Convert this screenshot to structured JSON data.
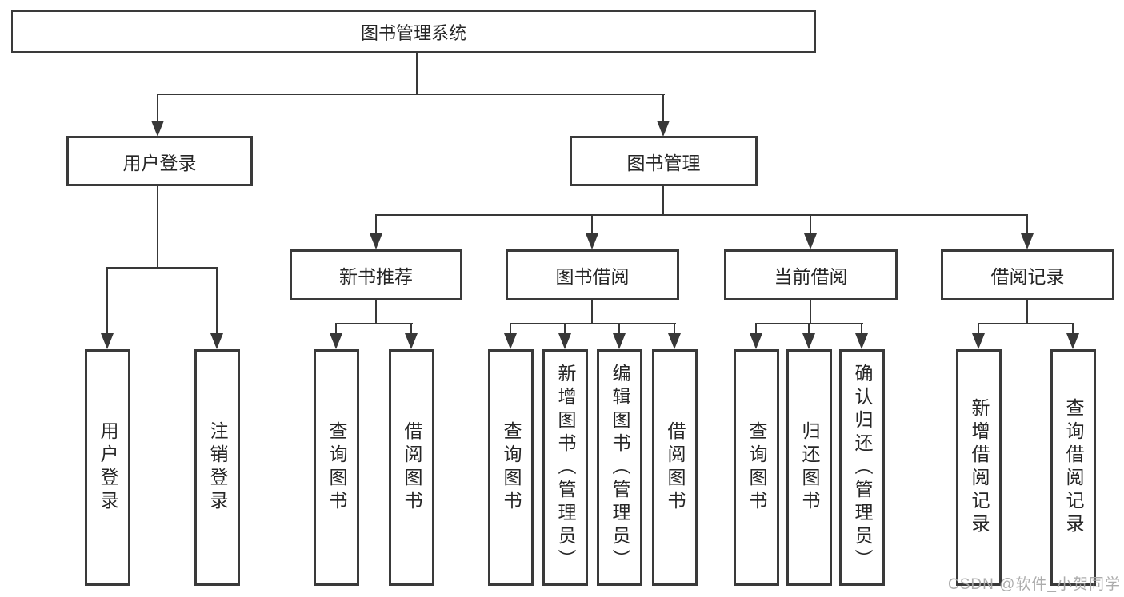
{
  "colors": {
    "line": "#383838",
    "box_border": "#3a3a3a",
    "text": "#262626",
    "background": "#ffffff",
    "watermark": "#a8a8a8"
  },
  "watermark": {
    "text": "CSDN @软件_小贺同学"
  },
  "tree": {
    "root": {
      "label": "图书管理系统"
    },
    "branches": [
      {
        "label": "用户登录",
        "children": [
          {
            "label": "用户登录"
          },
          {
            "label": "注销登录"
          }
        ]
      },
      {
        "label": "图书管理",
        "children": [
          {
            "label": "新书推荐",
            "children": [
              {
                "label": "查询图书"
              },
              {
                "label": "借阅图书"
              }
            ]
          },
          {
            "label": "图书借阅",
            "children": [
              {
                "label": "查询图书"
              },
              {
                "label": "新增图书（管理员）"
              },
              {
                "label": "编辑图书（管理员）"
              },
              {
                "label": "借阅图书"
              }
            ]
          },
          {
            "label": "当前借阅",
            "children": [
              {
                "label": "查询图书"
              },
              {
                "label": "归还图书"
              },
              {
                "label": "确认归还（管理员）"
              }
            ]
          },
          {
            "label": "借阅记录",
            "children": [
              {
                "label": "新增借阅记录"
              },
              {
                "label": "查询借阅记录"
              }
            ]
          }
        ]
      }
    ]
  }
}
